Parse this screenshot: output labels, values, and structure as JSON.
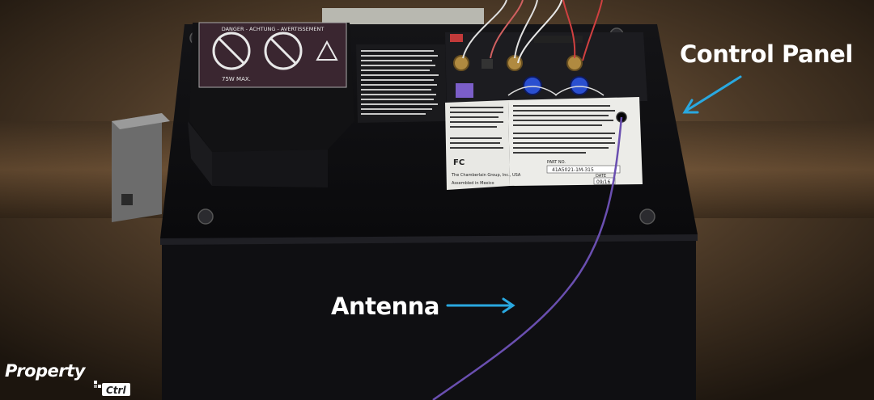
{
  "labels": {
    "control_panel": "Control Panel",
    "antenna": "Antenna"
  },
  "logo": {
    "word": "Property",
    "badge": "Ctrl"
  },
  "sticker": {
    "danger_title": "DANGER - ACHTUNG - AVERTISSEMENT",
    "bulb_text": "75W MAX.",
    "part_no_label": "PART NO.",
    "part_no_value": "41A5021-1M-315",
    "date_label": "DATE",
    "date_value": "09/16",
    "manufacturer": "The Chamberlain Group, Inc., USA",
    "assembled": "Assembled in Mexico"
  },
  "colors": {
    "arrow": "#29a8e0",
    "text": "#ffffff",
    "body": "#0d0d0f",
    "wire": "#6a4fb0"
  }
}
